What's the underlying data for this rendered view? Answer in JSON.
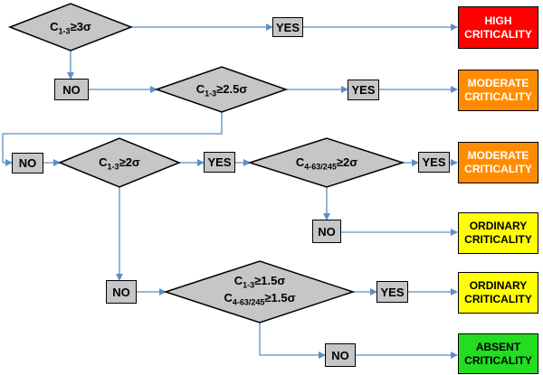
{
  "nodes": {
    "d1": {
      "c": "C",
      "sub": "1-3",
      "rel": "≥3σ"
    },
    "d2": {
      "c": "C",
      "sub": "1-3",
      "rel": "≥2.5σ"
    },
    "d3": {
      "c": "C",
      "sub": "1-3",
      "rel": "≥2σ"
    },
    "d4": {
      "c": "C",
      "sub": "4-63/245",
      "rel": "≥2σ"
    },
    "d5a": {
      "c": "C",
      "sub": "1-3",
      "rel": "≥1.5σ"
    },
    "d5b": {
      "c": "C",
      "sub": "4-63/245",
      "rel": "≥1.5σ"
    }
  },
  "boxes": {
    "yes": "YES",
    "no": "NO"
  },
  "results": {
    "high": {
      "line1": "HIGH",
      "line2": "CRITICALITY",
      "color": "#ff0000",
      "text_color": "#ffffff"
    },
    "moderate1": {
      "line1": "MODERATE",
      "line2": "CRITICALITY",
      "color": "#ff8c00",
      "text_color": "#ffffff"
    },
    "moderate2": {
      "line1": "MODERATE",
      "line2": "CRITICALITY",
      "color": "#ff8c00",
      "text_color": "#ffffff"
    },
    "ordinary1": {
      "line1": "ORDINARY",
      "line2": "CRITICALITY",
      "color": "#ffff00",
      "text_color": "#000000"
    },
    "ordinary2": {
      "line1": "ORDINARY",
      "line2": "CRITICALITY",
      "color": "#ffff00",
      "text_color": "#000000"
    },
    "absent": {
      "line1": "ABSENT",
      "line2": "CRITICALITY",
      "color": "#22dd22",
      "text_color": "#000000"
    }
  },
  "colors": {
    "diamond_fill": "#c6c6c6",
    "connector": "#5b8fc7"
  }
}
